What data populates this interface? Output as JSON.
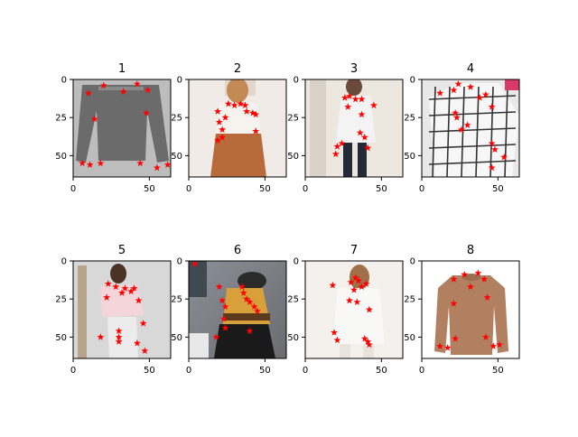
{
  "chart_data": [
    {
      "type": "scatter",
      "title": "1",
      "xlim": [
        0,
        64
      ],
      "ylim": [
        64,
        0
      ],
      "xticks": [
        0,
        50
      ],
      "yticks": [
        0,
        25,
        50
      ],
      "marker": "star",
      "marker_color": "#ff0000",
      "points": [
        [
          10,
          9
        ],
        [
          20,
          4
        ],
        [
          33,
          8
        ],
        [
          42,
          3
        ],
        [
          49,
          7
        ],
        [
          14,
          26
        ],
        [
          48,
          22
        ],
        [
          6,
          55
        ],
        [
          11,
          56
        ],
        [
          18,
          55
        ],
        [
          44,
          55
        ],
        [
          55,
          58
        ],
        [
          62,
          56
        ]
      ]
    },
    {
      "type": "scatter",
      "title": "2",
      "xlim": [
        0,
        64
      ],
      "ylim": [
        64,
        0
      ],
      "xticks": [
        0,
        50
      ],
      "yticks": [
        0,
        25,
        50
      ],
      "marker": "star",
      "marker_color": "#ff0000",
      "points": [
        [
          26,
          16
        ],
        [
          30,
          17
        ],
        [
          34,
          16
        ],
        [
          37,
          17
        ],
        [
          38,
          21
        ],
        [
          42,
          22
        ],
        [
          44,
          23
        ],
        [
          19,
          21
        ],
        [
          20,
          28
        ],
        [
          24,
          25
        ],
        [
          22,
          33
        ],
        [
          44,
          34
        ],
        [
          19,
          40
        ],
        [
          22,
          38
        ]
      ]
    },
    {
      "type": "scatter",
      "title": "3",
      "xlim": [
        0,
        64
      ],
      "ylim": [
        64,
        0
      ],
      "xticks": [
        0,
        50
      ],
      "yticks": [
        0,
        25,
        50
      ],
      "marker": "star",
      "marker_color": "#ff0000",
      "points": [
        [
          26,
          12
        ],
        [
          29,
          11
        ],
        [
          33,
          13
        ],
        [
          37,
          13
        ],
        [
          45,
          17
        ],
        [
          28,
          18
        ],
        [
          37,
          23
        ],
        [
          36,
          35
        ],
        [
          39,
          38
        ],
        [
          41,
          45
        ],
        [
          24,
          42
        ],
        [
          21,
          44
        ],
        [
          20,
          49
        ]
      ]
    },
    {
      "type": "scatter",
      "title": "4",
      "xlim": [
        0,
        64
      ],
      "ylim": [
        64,
        0
      ],
      "xticks": [
        0,
        50
      ],
      "yticks": [
        0,
        25,
        50
      ],
      "marker": "star",
      "marker_color": "#ff0000",
      "points": [
        [
          12,
          9
        ],
        [
          21,
          7
        ],
        [
          24,
          3
        ],
        [
          32,
          5
        ],
        [
          38,
          12
        ],
        [
          42,
          10
        ],
        [
          46,
          18
        ],
        [
          22,
          22
        ],
        [
          23,
          25
        ],
        [
          30,
          30
        ],
        [
          26,
          33
        ],
        [
          46,
          42
        ],
        [
          48,
          46
        ],
        [
          54,
          51
        ],
        [
          46,
          58
        ]
      ]
    },
    {
      "type": "scatter",
      "title": "5",
      "xlim": [
        0,
        64
      ],
      "ylim": [
        64,
        0
      ],
      "xticks": [
        0,
        50
      ],
      "yticks": [
        0,
        25,
        50
      ],
      "marker": "star",
      "marker_color": "#ff0000",
      "points": [
        [
          23,
          15
        ],
        [
          28,
          17
        ],
        [
          32,
          21
        ],
        [
          34,
          18
        ],
        [
          38,
          20
        ],
        [
          40,
          18
        ],
        [
          22,
          24
        ],
        [
          43,
          26
        ],
        [
          30,
          46
        ],
        [
          46,
          41
        ],
        [
          18,
          50
        ],
        [
          30,
          50
        ],
        [
          30,
          53
        ],
        [
          42,
          54
        ],
        [
          47,
          59
        ]
      ]
    },
    {
      "type": "scatter",
      "title": "6",
      "xlim": [
        0,
        64
      ],
      "ylim": [
        64,
        0
      ],
      "xticks": [
        0,
        50
      ],
      "yticks": [
        0,
        25,
        50
      ],
      "marker": "star",
      "marker_color": "#ff0000",
      "points": [
        [
          4,
          2
        ],
        [
          35,
          17
        ],
        [
          36,
          21
        ],
        [
          38,
          25
        ],
        [
          40,
          27
        ],
        [
          43,
          30
        ],
        [
          45,
          33
        ],
        [
          20,
          17
        ],
        [
          22,
          26
        ],
        [
          24,
          30
        ],
        [
          23,
          38
        ],
        [
          24,
          44
        ],
        [
          40,
          46
        ],
        [
          18,
          50
        ]
      ]
    },
    {
      "type": "scatter",
      "title": "7",
      "xlim": [
        0,
        64
      ],
      "ylim": [
        64,
        0
      ],
      "xticks": [
        0,
        50
      ],
      "yticks": [
        0,
        25,
        50
      ],
      "marker": "star",
      "marker_color": "#ff0000",
      "points": [
        [
          30,
          14
        ],
        [
          33,
          11
        ],
        [
          35,
          13
        ],
        [
          37,
          17
        ],
        [
          40,
          15
        ],
        [
          32,
          19
        ],
        [
          29,
          26
        ],
        [
          34,
          27
        ],
        [
          18,
          16
        ],
        [
          42,
          32
        ],
        [
          19,
          47
        ],
        [
          21,
          52
        ],
        [
          39,
          51
        ],
        [
          42,
          55
        ],
        [
          41,
          53
        ]
      ]
    },
    {
      "type": "scatter",
      "title": "8",
      "xlim": [
        0,
        64
      ],
      "ylim": [
        64,
        0
      ],
      "xticks": [
        0,
        50
      ],
      "yticks": [
        0,
        25,
        50
      ],
      "marker": "star",
      "marker_color": "#ff0000",
      "points": [
        [
          21,
          12
        ],
        [
          28,
          9
        ],
        [
          32,
          17
        ],
        [
          37,
          8
        ],
        [
          41,
          12
        ],
        [
          43,
          24
        ],
        [
          21,
          28
        ],
        [
          12,
          56
        ],
        [
          17,
          57
        ],
        [
          22,
          51
        ],
        [
          42,
          50
        ],
        [
          47,
          56
        ],
        [
          51,
          55
        ]
      ]
    }
  ]
}
